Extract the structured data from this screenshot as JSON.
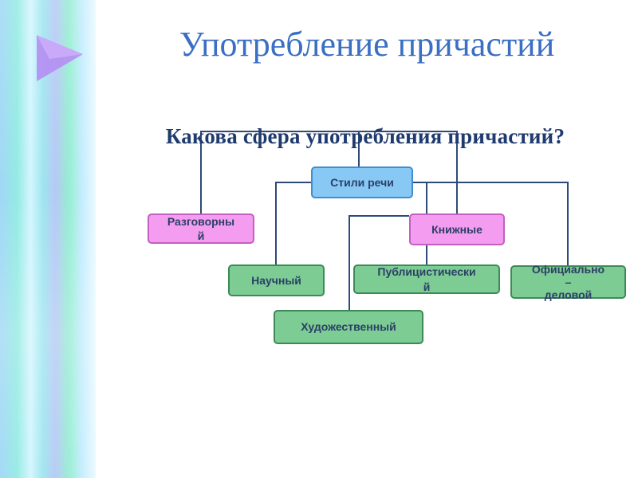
{
  "slide": {
    "title": "Употребление причастий",
    "question": "Какова сфера употребления причастий?"
  },
  "diagram": {
    "root": "Стили речи",
    "colloquial": "Разговорны\nй",
    "bookish": "Книжные",
    "scientific": "Научный",
    "publicistic": "Публицистически\nй",
    "official": "Официально\n–\nделовой",
    "artistic": "Художественный"
  },
  "colors": {
    "title": "#3a6fc4",
    "question": "#1f3a6e",
    "root_fill": "#88c8f5",
    "pink_fill": "#f49cf0",
    "green_fill": "#7ccc94",
    "line": "#2e4a78"
  },
  "icons": {
    "decor": "purple-triangle-icon"
  }
}
